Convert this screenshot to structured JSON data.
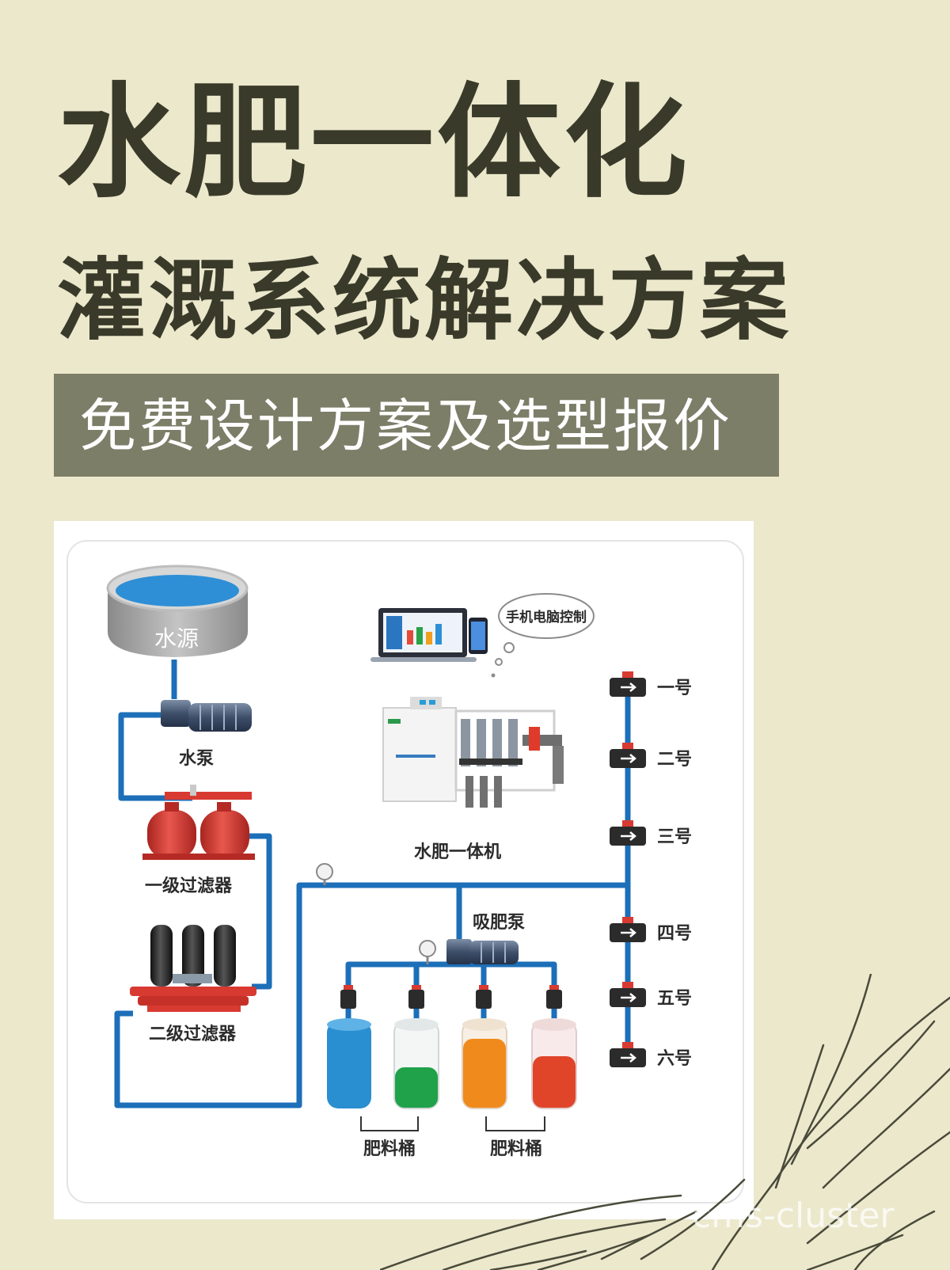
{
  "headline": {
    "line1": "水肥一体化",
    "line2": "灌溉系统解决方案"
  },
  "banner": {
    "text": "免费设计方案及选型报价"
  },
  "diagram": {
    "labels": {
      "water_source": "水源",
      "water_pump": "水泵",
      "primary_filter": "一级过滤器",
      "secondary_filter": "二级过滤器",
      "remote_control": "手机电脑控制",
      "fertigation_machine": "水肥一体机",
      "fertilizer_pump": "吸肥泵",
      "fertilizer_tank_1": "肥料桶",
      "fertilizer_tank_2": "肥料桶"
    },
    "zones": [
      "一号",
      "二号",
      "三号",
      "四号",
      "五号",
      "六号"
    ],
    "colors": {
      "pipe": "#1c6fb8",
      "water": "#2e8fd6",
      "tank_blue": "#2a8fd0",
      "tank_green": "#1fa24a",
      "tank_orange": "#f08a1c",
      "tank_red": "#e0452a",
      "filter_red": "#d83a32"
    }
  },
  "watermark": "cms-cluster"
}
